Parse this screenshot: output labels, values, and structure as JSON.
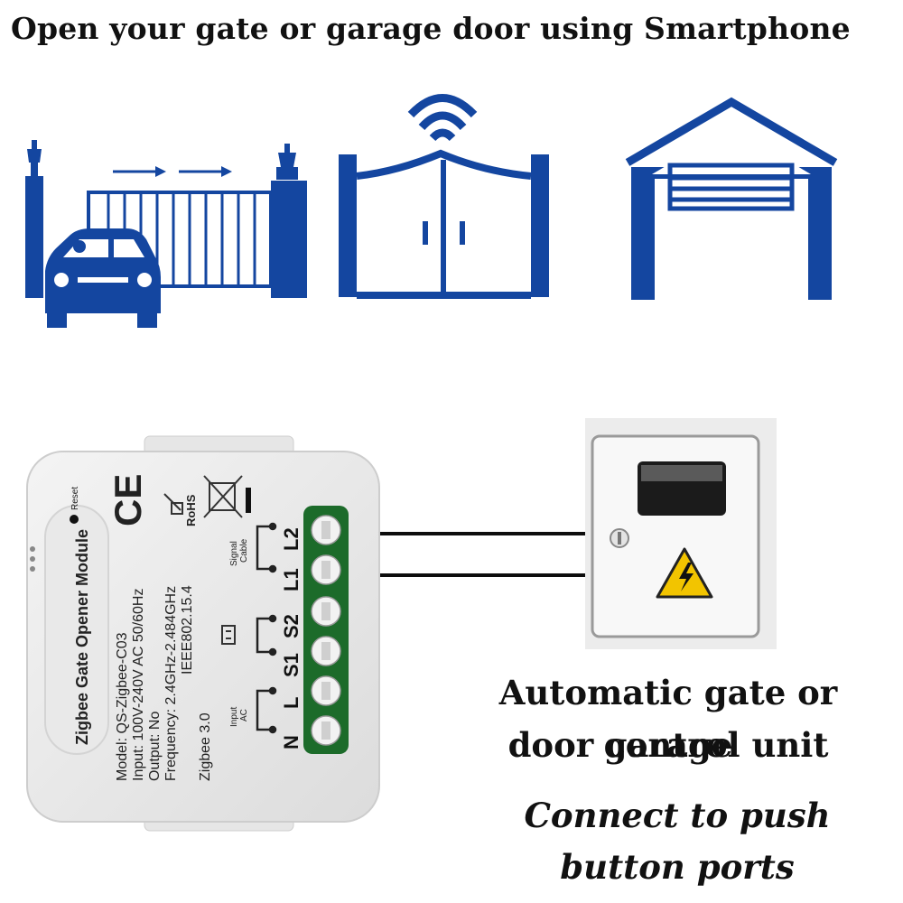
{
  "headline": "Open your gate or garage door using Smartphone",
  "illustrations": {
    "sliding_gate": "sliding-gate-with-car-icon",
    "swing_gate": "swing-gate-wifi-icon",
    "garage": "garage-door-icon"
  },
  "module": {
    "name": "Zigbee Gate Opener Module",
    "reset_label": "Reset",
    "ce_mark": "CE",
    "rohs_label": "RoHS",
    "spec_lines": [
      "Model: QS-Zigbee-C03",
      "Input: 100V-240V AC 50/60Hz",
      "Output: No",
      "Frequency: 2.4GHz-2.484GHz",
      "IEEE802.15.4"
    ],
    "protocol": "Zigbee 3.0",
    "group_labels": {
      "signal": "Signal\nCable",
      "input": "Input\nAC"
    },
    "terminals": [
      "L2",
      "L1",
      "S2",
      "S1",
      "L",
      "N"
    ]
  },
  "caption": {
    "main_line1": "Automatic gate or garage",
    "main_line2": "door control unit",
    "sub_line1": "Connect to push",
    "sub_line2": "button ports"
  },
  "colors": {
    "brand_blue": "#1446a0",
    "terminal_green": "#1c6b2a",
    "warning_yellow": "#f2c400"
  }
}
